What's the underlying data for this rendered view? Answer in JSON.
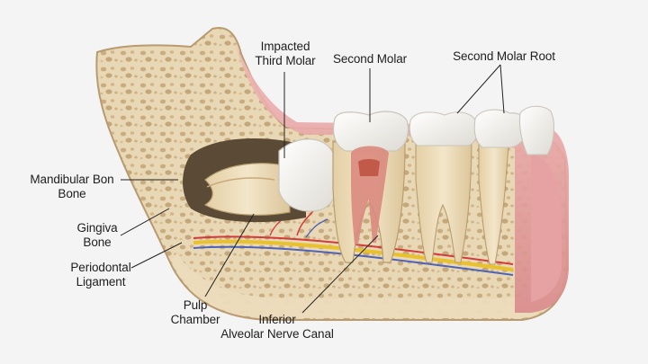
{
  "labels": {
    "impacted": [
      "Impacted",
      "Third Molar"
    ],
    "second_molar": "Second Molar",
    "second_molar_root": "Second Molar Root",
    "mandibular": [
      "Mandibular Bon",
      "Bone"
    ],
    "gingiva": [
      "Gingiva",
      "Bone"
    ],
    "periodontal": [
      "Periodontal",
      "Ligament"
    ],
    "pulp": [
      "Pulp",
      "Chamber"
    ],
    "inferior": [
      "Inferior",
      "Alveolar Nerve Canal"
    ]
  },
  "colors": {
    "background": "#f4f4f4",
    "bone": "#e9d8b6",
    "bone_pore": "#c9ad80",
    "gum": "#e7a3a3",
    "enamel": "#fbfbf8",
    "dentin": "#eddcb8",
    "pulp": "#d98a7e",
    "nerve": "#e8c12c",
    "artery": "#d23b3b",
    "vein": "#4d63b8"
  }
}
